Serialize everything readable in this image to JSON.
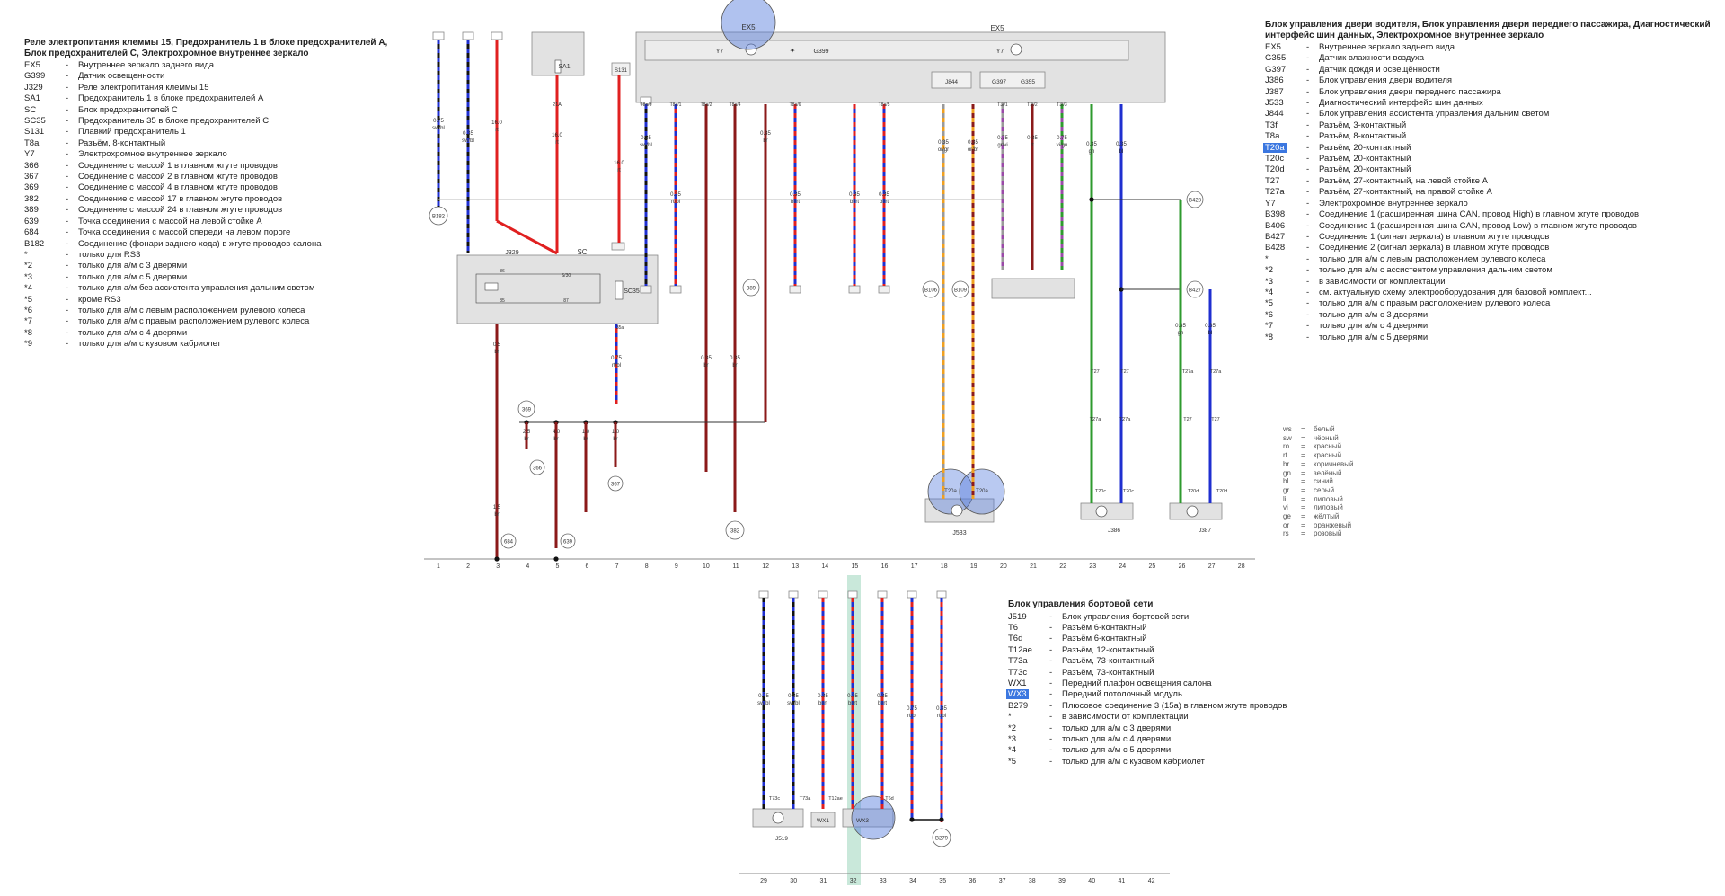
{
  "legend_top_left": {
    "title": "Реле электропитания клеммы 15, Предохранитель 1 в блоке предохранителей A, Блок предохранителей C, Электрохромное внутреннее зеркало",
    "items": [
      {
        "code": "EX5",
        "desc": "Внутреннее зеркало заднего вида"
      },
      {
        "code": "G399",
        "desc": "Датчик освещенности"
      },
      {
        "code": "J329",
        "desc": "Реле электропитания клеммы 15"
      },
      {
        "code": "SA1",
        "desc": "Предохранитель 1 в блоке предохранителей A"
      },
      {
        "code": "SC",
        "desc": "Блок предохранителей C"
      },
      {
        "code": "SC35",
        "desc": "Предохранитель 35 в блоке предохранителей C"
      },
      {
        "code": "S131",
        "desc": "Плавкий предохранитель 1"
      },
      {
        "code": "T8a",
        "desc": "Разъём, 8-контактный"
      },
      {
        "code": "Y7",
        "desc": "Электрохромное внутреннее зеркало"
      },
      {
        "code": "366",
        "desc": "Соединение с массой 1 в главном жгуте проводов"
      },
      {
        "code": "367",
        "desc": "Соединение с массой 2 в главном жгуте проводов"
      },
      {
        "code": "369",
        "desc": "Соединение с массой 4 в главном жгуте проводов"
      },
      {
        "code": "382",
        "desc": "Соединение с массой 17 в главном жгуте проводов"
      },
      {
        "code": "389",
        "desc": "Соединение с массой 24 в главном жгуте проводов"
      },
      {
        "code": "639",
        "desc": "Точка соединения с массой на левой стойке A"
      },
      {
        "code": "684",
        "desc": "Точка соединения с массой спереди на левом пороге"
      },
      {
        "code": "B182",
        "desc": "Соединение (фонари заднего хода) в жгуте проводов салона"
      },
      {
        "code": "*",
        "desc": "только для RS3"
      },
      {
        "code": "*2",
        "desc": "только для а/м с 3 дверями"
      },
      {
        "code": "*3",
        "desc": "только для а/м с 5 дверями"
      },
      {
        "code": "*4",
        "desc": "только для а/м без ассистента управления дальним светом"
      },
      {
        "code": "*5",
        "desc": "кроме RS3"
      },
      {
        "code": "*6",
        "desc": "только для а/м с левым расположением рулевого колеса"
      },
      {
        "code": "*7",
        "desc": "только для а/м с правым расположением рулевого колеса"
      },
      {
        "code": "*8",
        "desc": "только для а/м с 4 дверями"
      },
      {
        "code": "*9",
        "desc": "только для а/м с кузовом кабриолет"
      }
    ]
  },
  "legend_top_right": {
    "title": "Блок управления двери водителя, Блок управления двери переднего пассажира, Диагностический интерфейс шин данных, Электрохромное внутреннее зеркало",
    "items": [
      {
        "code": "EX5",
        "desc": "Внутреннее зеркало заднего вида"
      },
      {
        "code": "G355",
        "desc": "Датчик влажности воздуха"
      },
      {
        "code": "G397",
        "desc": "Датчик дождя и освещённости"
      },
      {
        "code": "J386",
        "desc": "Блок управления двери водителя"
      },
      {
        "code": "J387",
        "desc": "Блок управления двери переднего пассажира"
      },
      {
        "code": "J533",
        "desc": "Диагностический интерфейс шин данных"
      },
      {
        "code": "J844",
        "desc": "Блок управления ассистента управления дальним светом"
      },
      {
        "code": "T3f",
        "desc": "Разъём, 3-контактный"
      },
      {
        "code": "T8a",
        "desc": "Разъём, 8-контактный"
      },
      {
        "code": "T20a",
        "desc": "Разъём, 20-контактный",
        "highlight": true
      },
      {
        "code": "T20c",
        "desc": "Разъём, 20-контактный"
      },
      {
        "code": "T20d",
        "desc": "Разъём, 20-контактный"
      },
      {
        "code": "T27",
        "desc": "Разъём, 27-контактный, на левой стойке A"
      },
      {
        "code": "T27a",
        "desc": "Разъём, 27-контактный, на правой стойке A"
      },
      {
        "code": "Y7",
        "desc": "Электрохромное внутреннее зеркало"
      },
      {
        "code": "B398",
        "desc": "Соединение 1 (расширенная шина CAN, провод High) в главном жгуте проводов"
      },
      {
        "code": "B406",
        "desc": "Соединение 1 (расширенная шина CAN, провод Low) в главном жгуте проводов"
      },
      {
        "code": "B427",
        "desc": "Соединение 1 (сигнал зеркала) в главном жгуте проводов"
      },
      {
        "code": "B428",
        "desc": "Соединение 2 (сигнал зеркала) в главном жгуте проводов"
      },
      {
        "code": "*",
        "desc": "только для а/м с левым расположением рулевого колеса"
      },
      {
        "code": "*2",
        "desc": "только для а/м с ассистентом управления дальним светом"
      },
      {
        "code": "*3",
        "desc": "в зависимости от комплектации"
      },
      {
        "code": "*4",
        "desc": "см. актуальную схему электрооборудования для базовой комплект..."
      },
      {
        "code": "*5",
        "desc": "только для а/м с правым расположением рулевого колеса"
      },
      {
        "code": "*6",
        "desc": "только для а/м с 3 дверями"
      },
      {
        "code": "*7",
        "desc": "только для а/м с 4 дверями"
      },
      {
        "code": "*8",
        "desc": "только для а/м с 5 дверями"
      }
    ]
  },
  "legend_bottom": {
    "title": "Блок управления бортовой сети",
    "items": [
      {
        "code": "J519",
        "desc": "Блок управления бортовой сети"
      },
      {
        "code": "T6",
        "desc": "Разъём 6-контактный"
      },
      {
        "code": "T6d",
        "desc": "Разъём 6-контактный"
      },
      {
        "code": "T12ae",
        "desc": "Разъём, 12-контактный"
      },
      {
        "code": "T73a",
        "desc": "Разъём, 73-контактный"
      },
      {
        "code": "T73c",
        "desc": "Разъём, 73-контактный"
      },
      {
        "code": "WX1",
        "desc": "Передний плафон освещения салона"
      },
      {
        "code": "WX3",
        "desc": "Передний потолочный модуль",
        "highlight": true
      },
      {
        "code": "B279",
        "desc": "Плюсовое соединение 3 (15a) в главном жгуте проводов"
      },
      {
        "code": "*",
        "desc": "в зависимости от комплектации"
      },
      {
        "code": "*2",
        "desc": "только для а/м с 3 дверями"
      },
      {
        "code": "*3",
        "desc": "только для а/м с 4 дверями"
      },
      {
        "code": "*4",
        "desc": "только для а/м с 5 дверями"
      },
      {
        "code": "*5",
        "desc": "только для а/м с кузовом кабриолет"
      }
    ]
  },
  "color_codes": [
    {
      "code": "ws",
      "name": "белый"
    },
    {
      "code": "sw",
      "name": "чёрный"
    },
    {
      "code": "ro",
      "name": "красный"
    },
    {
      "code": "rt",
      "name": "красный"
    },
    {
      "code": "br",
      "name": "коричневый"
    },
    {
      "code": "gn",
      "name": "зелёный"
    },
    {
      "code": "bl",
      "name": "синий"
    },
    {
      "code": "gr",
      "name": "серый"
    },
    {
      "code": "li",
      "name": "лиловый"
    },
    {
      "code": "vi",
      "name": "лиловый"
    },
    {
      "code": "ge",
      "name": "жёлтый"
    },
    {
      "code": "or",
      "name": "оранжевый"
    },
    {
      "code": "rs",
      "name": "розовый"
    }
  ],
  "top_ruler": [
    "1",
    "2",
    "3",
    "4",
    "5",
    "6",
    "7",
    "8",
    "9",
    "10",
    "11",
    "12",
    "13",
    "14",
    "15",
    "16",
    "17",
    "18",
    "19",
    "20",
    "21",
    "22",
    "23",
    "24",
    "25",
    "26",
    "27",
    "28"
  ],
  "bottom_ruler": [
    "29",
    "30",
    "31",
    "32",
    "33",
    "34",
    "35",
    "36",
    "37",
    "38",
    "39",
    "40",
    "41",
    "42"
  ],
  "components": {
    "ex5": "EX5",
    "y7": "Y7",
    "g399": "G399",
    "j844": "J844",
    "g397": "G397",
    "g355": "G355",
    "j329": "J329",
    "sc": "SC",
    "sc35": "SC35",
    "sa1": "SA1",
    "s131": "S131",
    "j533": "J533",
    "j386": "J386",
    "j387": "J387",
    "j519": "J519",
    "wx1": "WX1",
    "wx3": "WX3",
    "t20a": "T20a",
    "t20c": "T20c",
    "t20d": "T20d",
    "t27": "T27",
    "t27a": "T27a",
    "t73a": "T73a",
    "t73c": "T73c",
    "t12ae": "T12ae",
    "t6d": "T6d",
    "pin_21a": "21A",
    "pin_35a": "35a",
    "pin_s30": "S/30",
    "pin_86": "86",
    "pin_85": "85",
    "pin_87": "87",
    "pin_t8a_3": "T8a/3",
    "pin_t8a_1": "T8a/1",
    "pin_t8a_2": "T8a/2",
    "pin_t8a_4": "T8a/4",
    "pin_t8a_6": "T8a/6",
    "pin_t8a_5": "T8a/5",
    "pin_t3f_1": "T3f/1",
    "pin_t3f_2": "T3f/2",
    "pin_t3f_3": "T3f/3"
  },
  "ground_points": [
    "369",
    "366",
    "367",
    "382",
    "389",
    "684",
    "639",
    "B182",
    "B106",
    "B109",
    "B428",
    "B427",
    "B279"
  ],
  "wires_top": [
    {
      "size": "0.75",
      "color": "sw/bl"
    },
    {
      "size": "0.35",
      "color": "sw/bl"
    },
    {
      "size": "16.0",
      "color": "rt"
    },
    {
      "size": "16.0",
      "color": "rt"
    },
    {
      "size": "16.0",
      "color": "rt"
    },
    {
      "size": "0.35",
      "color": "sw/bl"
    },
    {
      "size": "0.35",
      "color": "rt/bl"
    },
    {
      "size": "0.35",
      "color": "br"
    },
    {
      "size": "0.35",
      "color": "br"
    },
    {
      "size": "0.35",
      "color": "br"
    },
    {
      "size": "0.35",
      "color": "bl/rt"
    },
    {
      "size": "0.35",
      "color": "bl/rt"
    },
    {
      "size": "0.35",
      "color": "bl/rt"
    },
    {
      "size": "0.35",
      "color": "or/gr"
    },
    {
      "size": "0.35",
      "color": "or/br"
    },
    {
      "size": "0.75",
      "color": "gr/vi"
    },
    {
      "size": "0.35",
      "color": "rt"
    },
    {
      "size": "0.75",
      "color": "vi/gn"
    },
    {
      "size": "0.35",
      "color": "gn"
    },
    {
      "size": "0.35",
      "color": "bl"
    },
    {
      "size": "0.35",
      "color": "gn"
    },
    {
      "size": "0.35",
      "color": "bl"
    },
    {
      "size": "0.5",
      "color": "br"
    },
    {
      "size": "0.75",
      "color": "rt/bl"
    },
    {
      "size": "2.5",
      "color": "br"
    },
    {
      "size": "4.0",
      "color": "br"
    },
    {
      "size": "1.0",
      "color": "br"
    },
    {
      "size": "1.0",
      "color": "br"
    },
    {
      "size": "1.5",
      "color": "br"
    }
  ],
  "wires_bottom": [
    {
      "size": "0.75",
      "color": "sw/bl"
    },
    {
      "size": "0.35",
      "color": "sw/bl"
    },
    {
      "size": "0.35",
      "color": "bl/rt"
    },
    {
      "size": "0.35",
      "color": "bl/rt"
    },
    {
      "size": "0.35",
      "color": "bl/rt"
    },
    {
      "size": "0.75",
      "color": "rt/bl"
    },
    {
      "size": "0.35",
      "color": "rt/bl"
    }
  ],
  "wire_colors": {
    "red": "#e02020",
    "blue": "#1f2fd0",
    "black": "#111111",
    "brown": "#8b1a1a",
    "green": "#2e9a2e",
    "orange": "#f0a020",
    "violet": "#9a4aa8",
    "gray": "#9a9a9a"
  }
}
